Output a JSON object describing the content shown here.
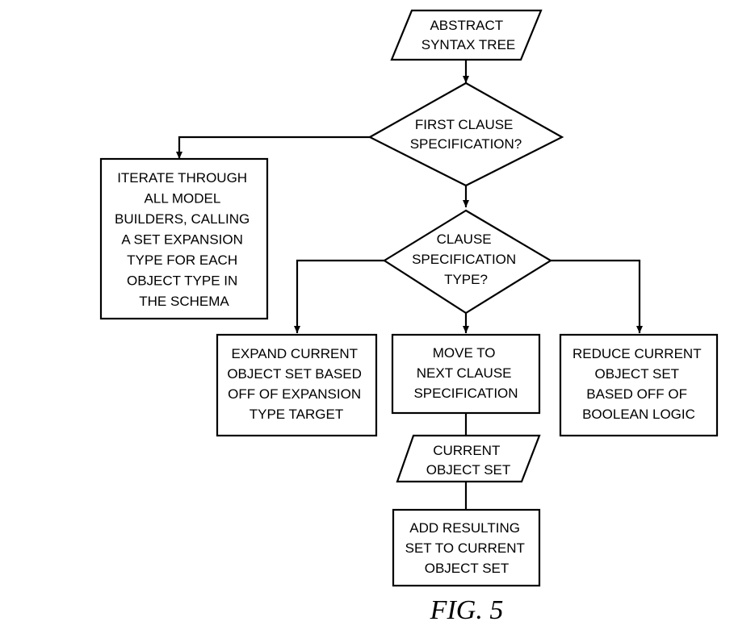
{
  "figure_label": "FIG. 5",
  "nodes": {
    "ast": {
      "lines": [
        "ABSTRACT",
        "SYNTAX TREE"
      ]
    },
    "first_clause": {
      "lines": [
        "FIRST CLAUSE",
        "SPECIFICATION?"
      ]
    },
    "iterate": {
      "lines": [
        "ITERATE THROUGH",
        "ALL MODEL",
        "BUILDERS, CALLING",
        "A SET EXPANSION",
        "TYPE FOR EACH",
        "OBJECT TYPE IN",
        "THE SCHEMA"
      ]
    },
    "clause_type": {
      "lines": [
        "CLAUSE",
        "SPECIFICATION",
        "TYPE?"
      ]
    },
    "expand": {
      "lines": [
        "EXPAND CURRENT",
        "OBJECT SET BASED",
        "OFF OF EXPANSION",
        "TYPE TARGET"
      ]
    },
    "move_next": {
      "lines": [
        "MOVE TO",
        "NEXT CLAUSE",
        "SPECIFICATION"
      ]
    },
    "reduce": {
      "lines": [
        "REDUCE CURRENT",
        "OBJECT SET",
        "BASED OFF OF",
        "BOOLEAN LOGIC"
      ]
    },
    "current_set": {
      "lines": [
        "CURRENT",
        "OBJECT SET"
      ]
    },
    "add_result": {
      "lines": [
        "ADD RESULTING",
        "SET TO CURRENT",
        "OBJECT SET"
      ]
    }
  }
}
